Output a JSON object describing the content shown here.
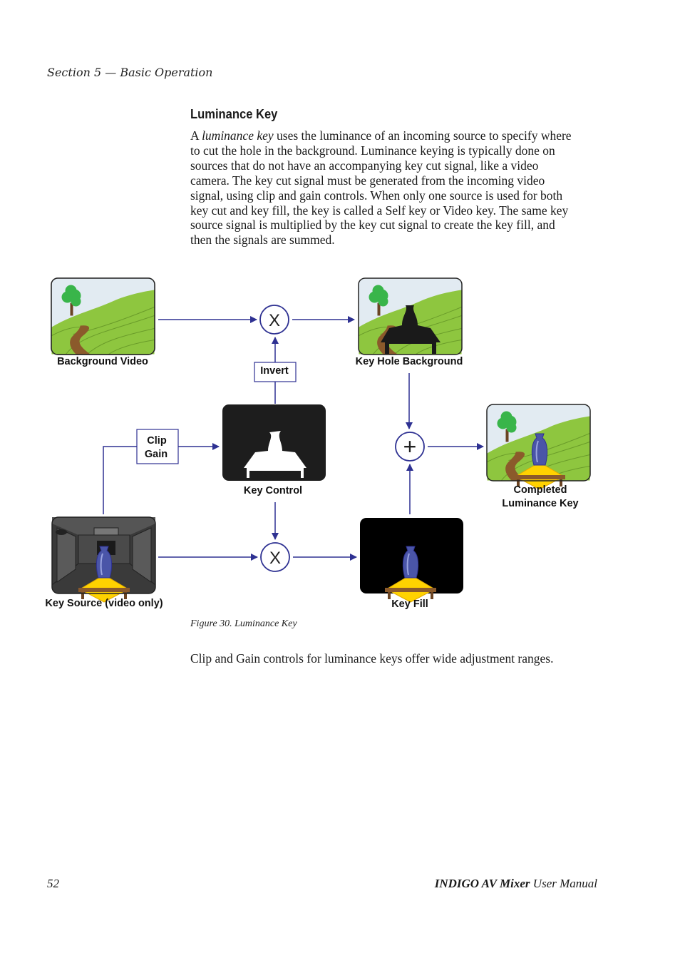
{
  "header": {
    "section": "Section 5 — Basic Operation"
  },
  "section_title": "Luminance Key",
  "intro": {
    "first": "A ",
    "term": "luminance key",
    "line1_rest": " uses the luminance of an incoming source to specify where",
    "lines": [
      "to cut the hole in the background. Luminance keying is typically done on",
      "sources that do not have an accompanying key cut signal, like a video",
      "camera. The key cut signal must be generated from the incoming video",
      "signal, using clip and gain controls. When only one source is used for both",
      "key cut and key fill, the key is called a Self key or Video key. The same key",
      "source signal is multiplied by the key cut signal to create the key fill, and",
      "then the signals are summed."
    ]
  },
  "diagram": {
    "labels": {
      "background_video": "Background Video",
      "key_hole_background": "Key Hole Background",
      "invert": "Invert",
      "clip": "Clip",
      "gain": "Gain",
      "key_control": "Key Control",
      "completed_line1": "Completed",
      "completed_line2": "Luminance Key",
      "key_source": "Key Source (video only)",
      "key_fill": "Key Fill"
    },
    "operators": {
      "multiply": "X",
      "sum": "+"
    },
    "colors": {
      "arrow": "#2e3192",
      "sky": "#dfe9f1",
      "grass": "#8ec63f",
      "tree": "#39b54a",
      "trunk": "#8b5a2b",
      "vase": "#4a55a8",
      "cloth": "#ffd200"
    }
  },
  "caption": "Figure 30.  Luminance Key",
  "closing": "Clip and Gain controls for luminance keys offer wide adjustment ranges.",
  "footer": {
    "page_number": "52",
    "product": "INDIGO AV Mixer",
    "manual": " User Manual"
  }
}
